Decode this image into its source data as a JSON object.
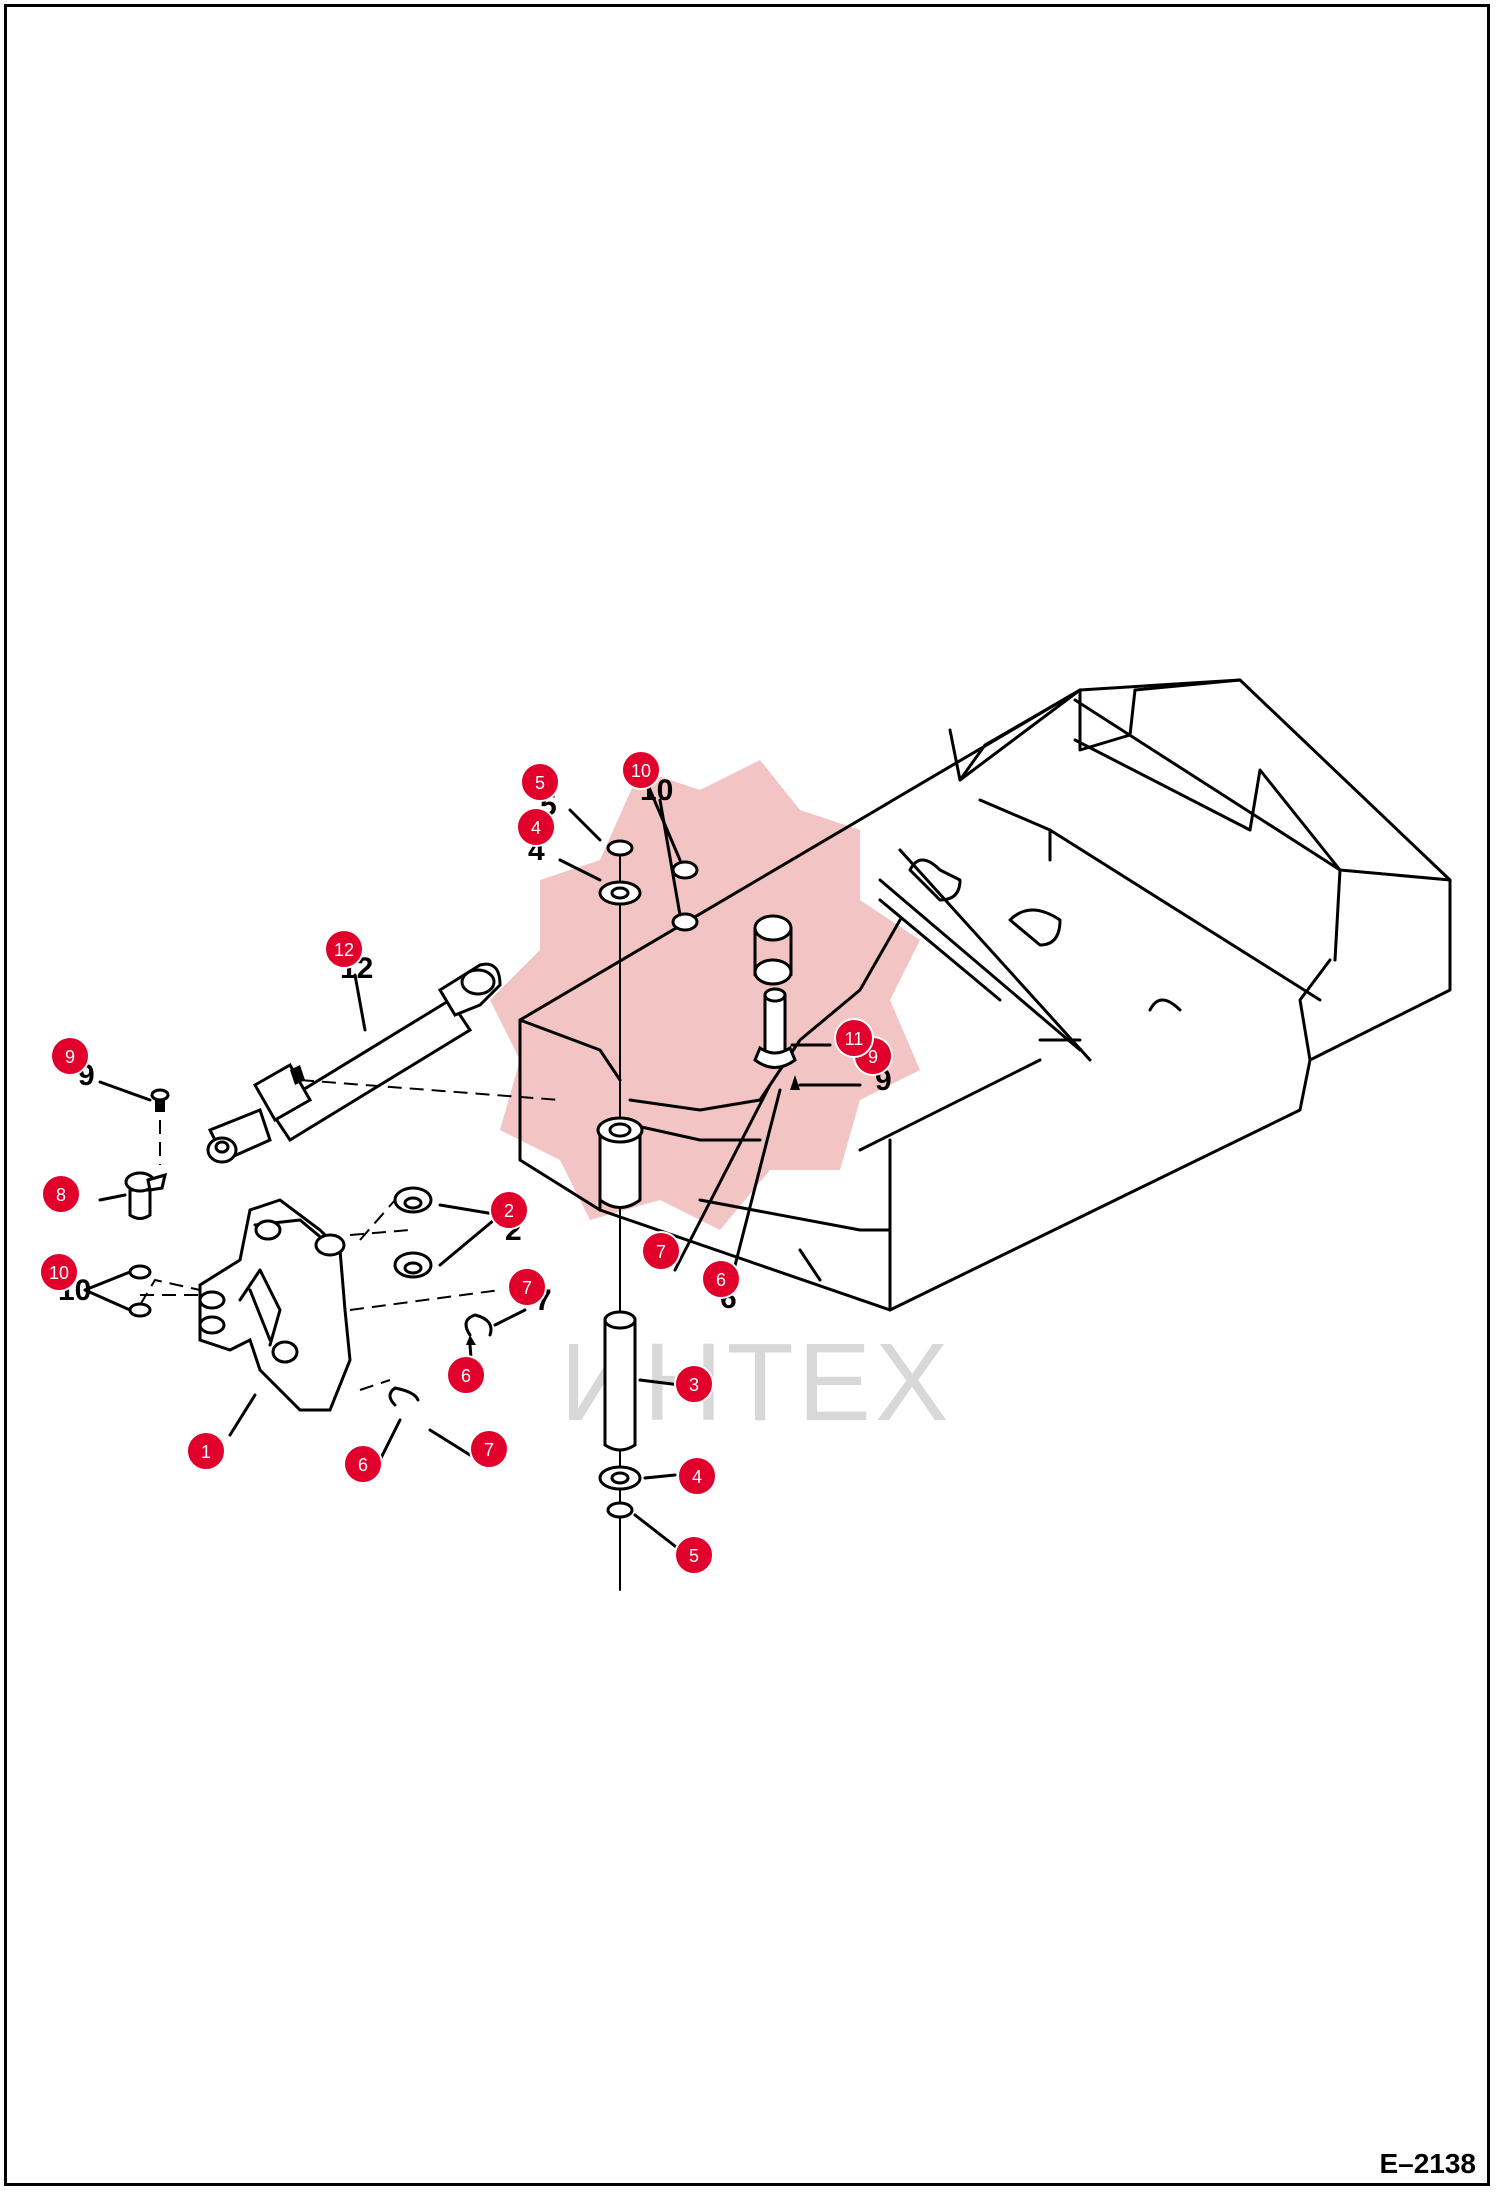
{
  "drawing_number": "E–2138",
  "watermark": {
    "text": "ИНТЕХ",
    "color": "#f2c4c4",
    "text_color": "#d8d8d8"
  },
  "callout_color": "#e0002b",
  "callouts": [
    "1",
    "2",
    "3",
    "4",
    "4",
    "5",
    "5",
    "6",
    "6",
    "6",
    "7",
    "7",
    "7",
    "8",
    "9",
    "9",
    "10",
    "10",
    "11",
    "12"
  ],
  "ghost_labels": [
    "10",
    "5",
    "4",
    "12",
    "9",
    "10",
    "2",
    "7",
    "11",
    "9",
    "8",
    "6"
  ]
}
